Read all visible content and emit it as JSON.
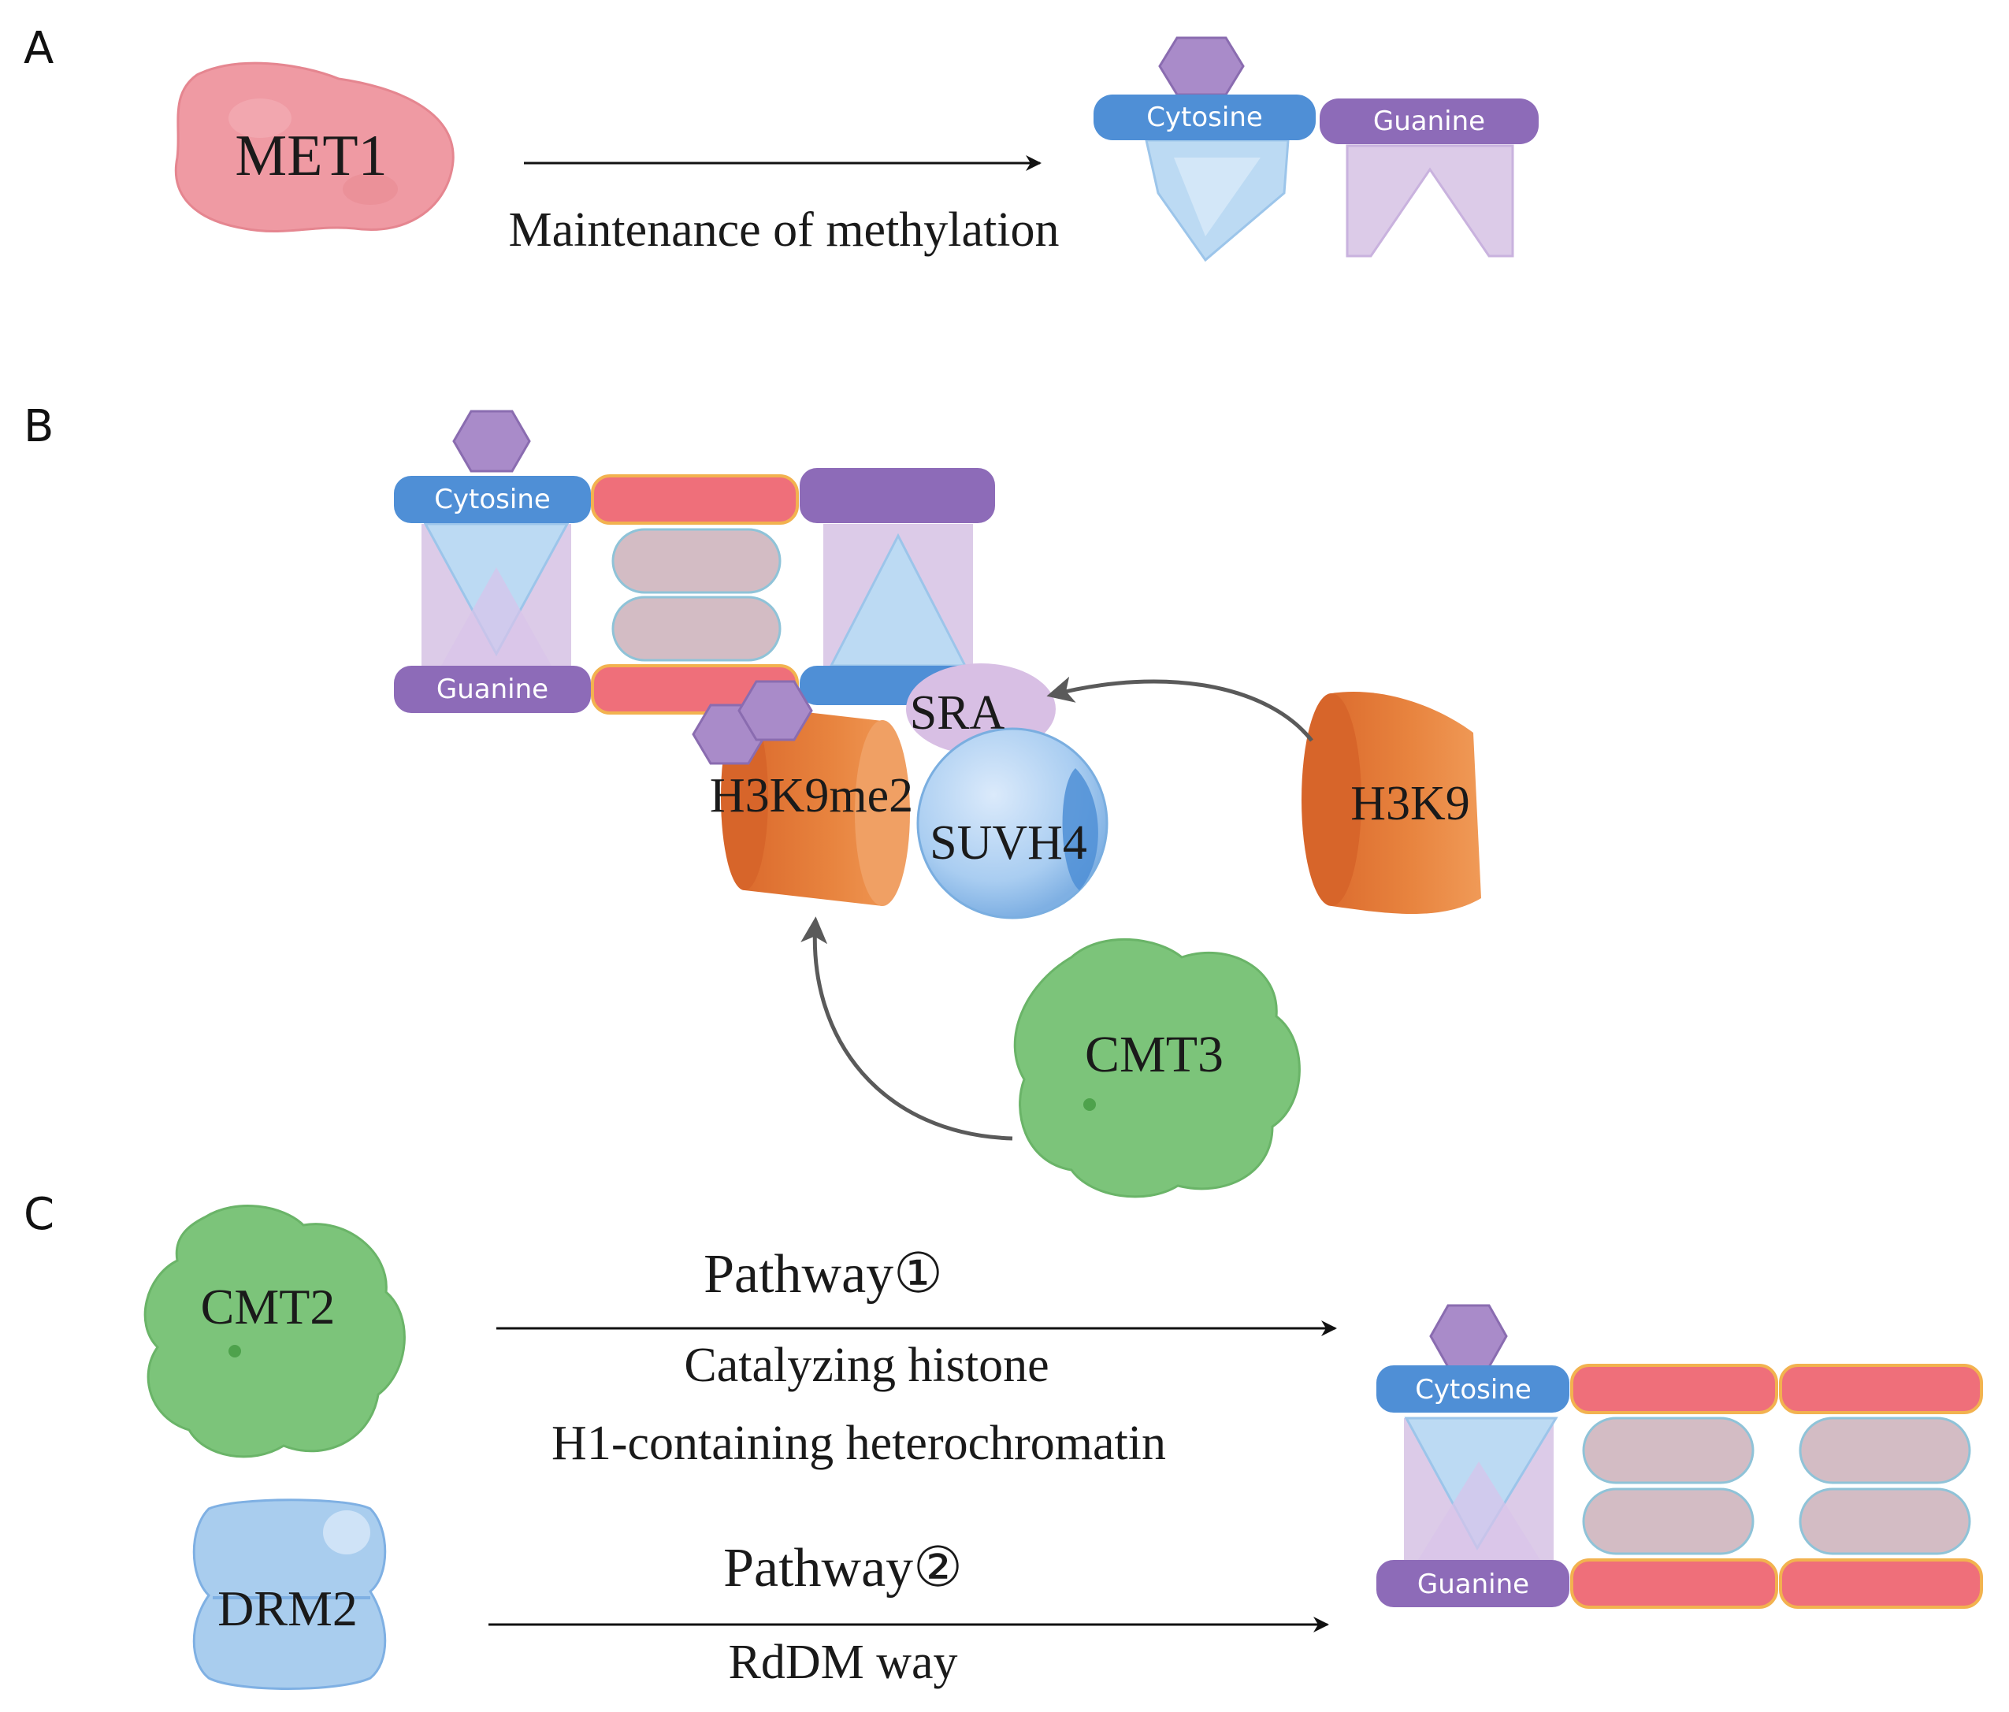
{
  "panels": {
    "a": {
      "letter": "A",
      "enzyme": "MET1",
      "arrow_label": "Maintenance of methylation",
      "cytosine": "Cytosine",
      "guanine": "Guanine"
    },
    "b": {
      "letter": "B",
      "cytosine": "Cytosine",
      "guanine": "Guanine",
      "sra": "SRA",
      "h3k9me2": "H3K9me2",
      "suvh4": "SUVH4",
      "h3k9": "H3K9",
      "cmt3": "CMT3"
    },
    "c": {
      "letter": "C",
      "cmt2": "CMT2",
      "drm2": "DRM2",
      "pathway1": "Pathway①",
      "pathway1_line1": "Catalyzing histone",
      "pathway1_line2": "H1-containing heterochromatin",
      "pathway2": "Pathway②",
      "pathway2_line1": "RdDM way",
      "cytosine": "Cytosine",
      "guanine": "Guanine"
    }
  },
  "colors": {
    "cytosine": "#4f8fd6",
    "guanine": "#8d6bb8",
    "methyl": "#a98bc9",
    "histone_orange": "#e0773a",
    "green_protein": "#7cc47a",
    "pink_protein": "#ef9aa3",
    "salmon_bar": "#ef6f7a",
    "drm2_blue": "#a9cdee"
  }
}
